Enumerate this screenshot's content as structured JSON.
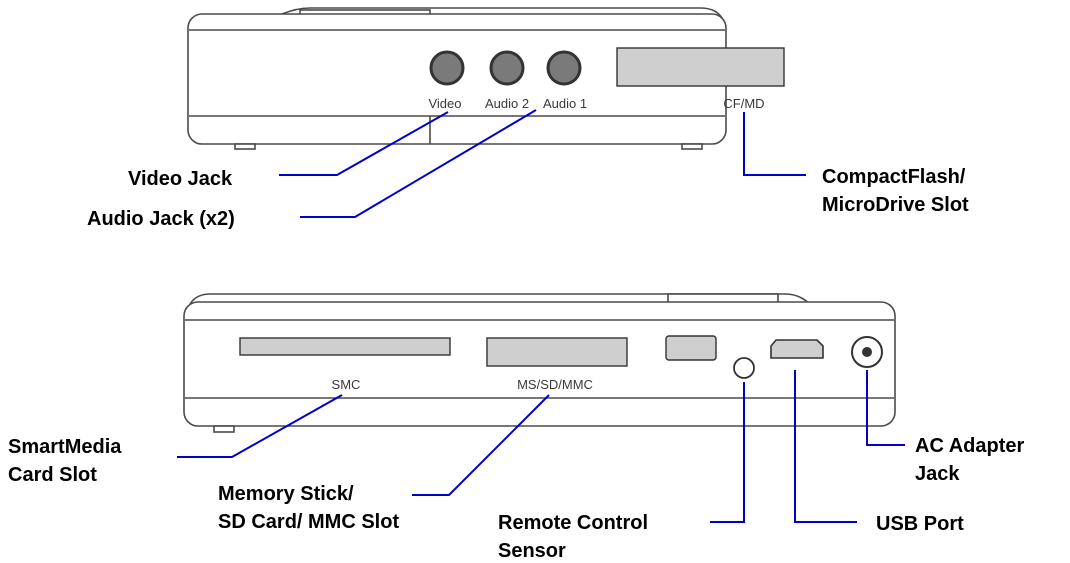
{
  "colors": {
    "leader": "#0000cc",
    "outline": "#4a4a4a",
    "slot_fill": "#cfcfcf",
    "jack_fill": "#7a7a7a"
  },
  "top_device": {
    "port_labels": {
      "video": "Video",
      "audio2": "Audio 2",
      "audio1": "Audio 1",
      "cf_md": "CF/MD"
    },
    "callouts": {
      "video_jack": "Video Jack",
      "audio_jack": "Audio Jack (x2)",
      "compactflash_line1": "CompactFlash/",
      "compactflash_line2": "MicroDrive Slot"
    }
  },
  "bottom_device": {
    "port_labels": {
      "smc": "SMC",
      "ms_sd_mmc": "MS/SD/MMC"
    },
    "callouts": {
      "smartmedia_line1": "SmartMedia",
      "smartmedia_line2": "Card Slot",
      "memorystick_line1": "Memory Stick/",
      "memorystick_line2": "SD Card/ MMC Slot",
      "remote_line1": "Remote Control",
      "remote_line2": "Sensor",
      "usb": "USB Port",
      "ac_line1": "AC Adapter",
      "ac_line2": "Jack"
    }
  }
}
